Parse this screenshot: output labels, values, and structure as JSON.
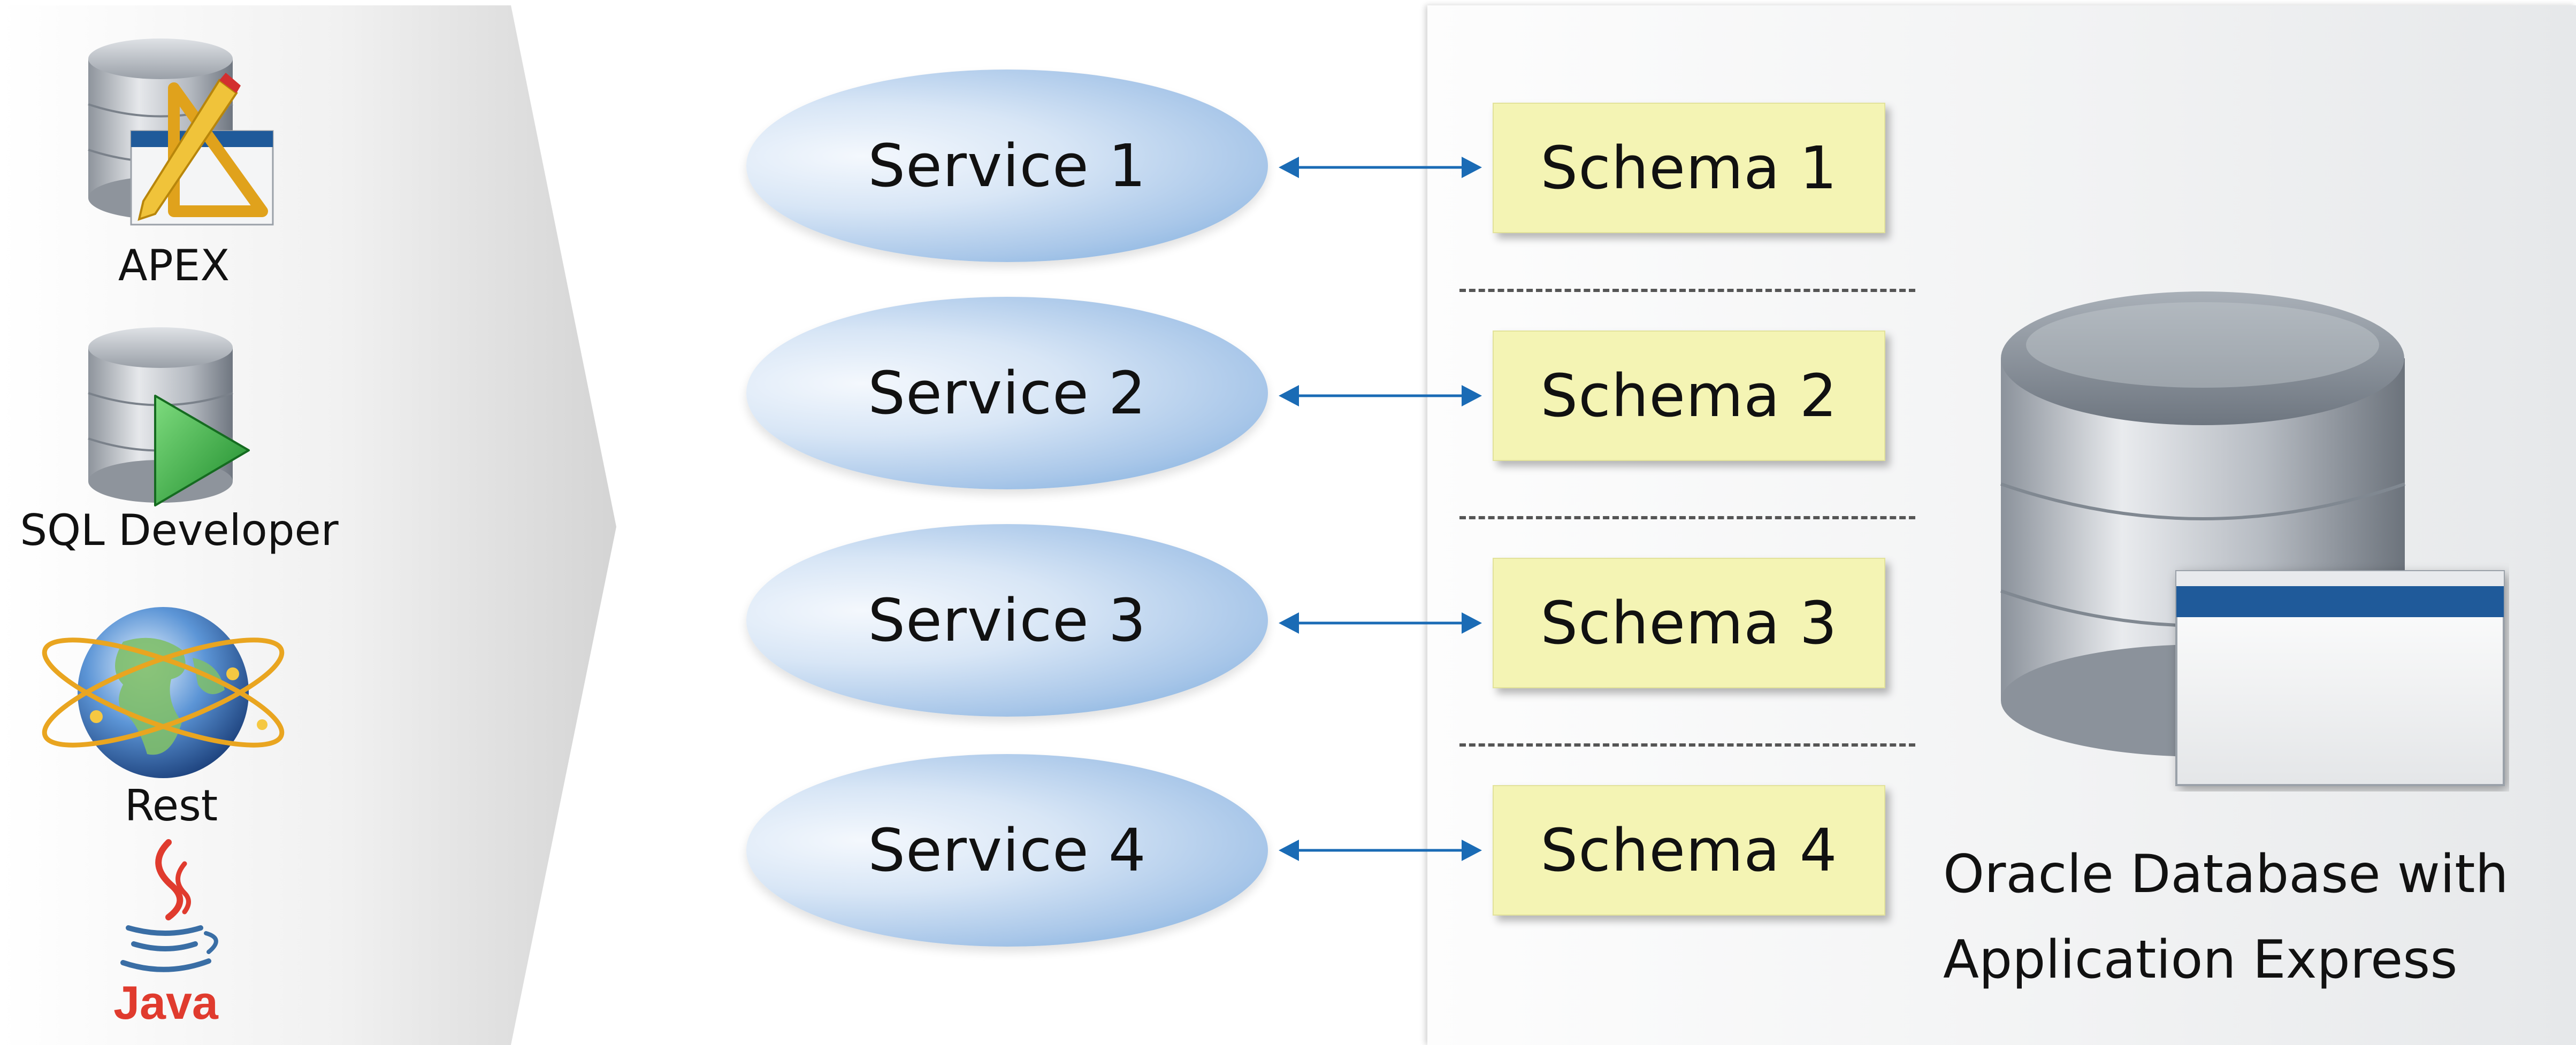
{
  "tools": [
    {
      "label": "APEX",
      "icon": "apex-database-icon"
    },
    {
      "label": "SQL Developer",
      "icon": "sql-developer-icon"
    },
    {
      "label": "Rest",
      "icon": "rest-globe-icon"
    },
    {
      "label": "Java",
      "icon": "java-logo-icon"
    }
  ],
  "services": [
    {
      "label": "Service 1"
    },
    {
      "label": "Service 2"
    },
    {
      "label": "Service 3"
    },
    {
      "label": "Service 4"
    }
  ],
  "schemas": [
    {
      "label": "Schema 1"
    },
    {
      "label": "Schema 2"
    },
    {
      "label": "Schema 3"
    },
    {
      "label": "Schema 4"
    }
  ],
  "database": {
    "caption_line1": "Oracle Database with",
    "caption_line2": "Application Express"
  },
  "colors": {
    "service_fill": "#a9c7e9",
    "schema_fill": "#f4f4b4",
    "arrow": "#1a6bb5",
    "window_bar": "#1f5a9a"
  }
}
